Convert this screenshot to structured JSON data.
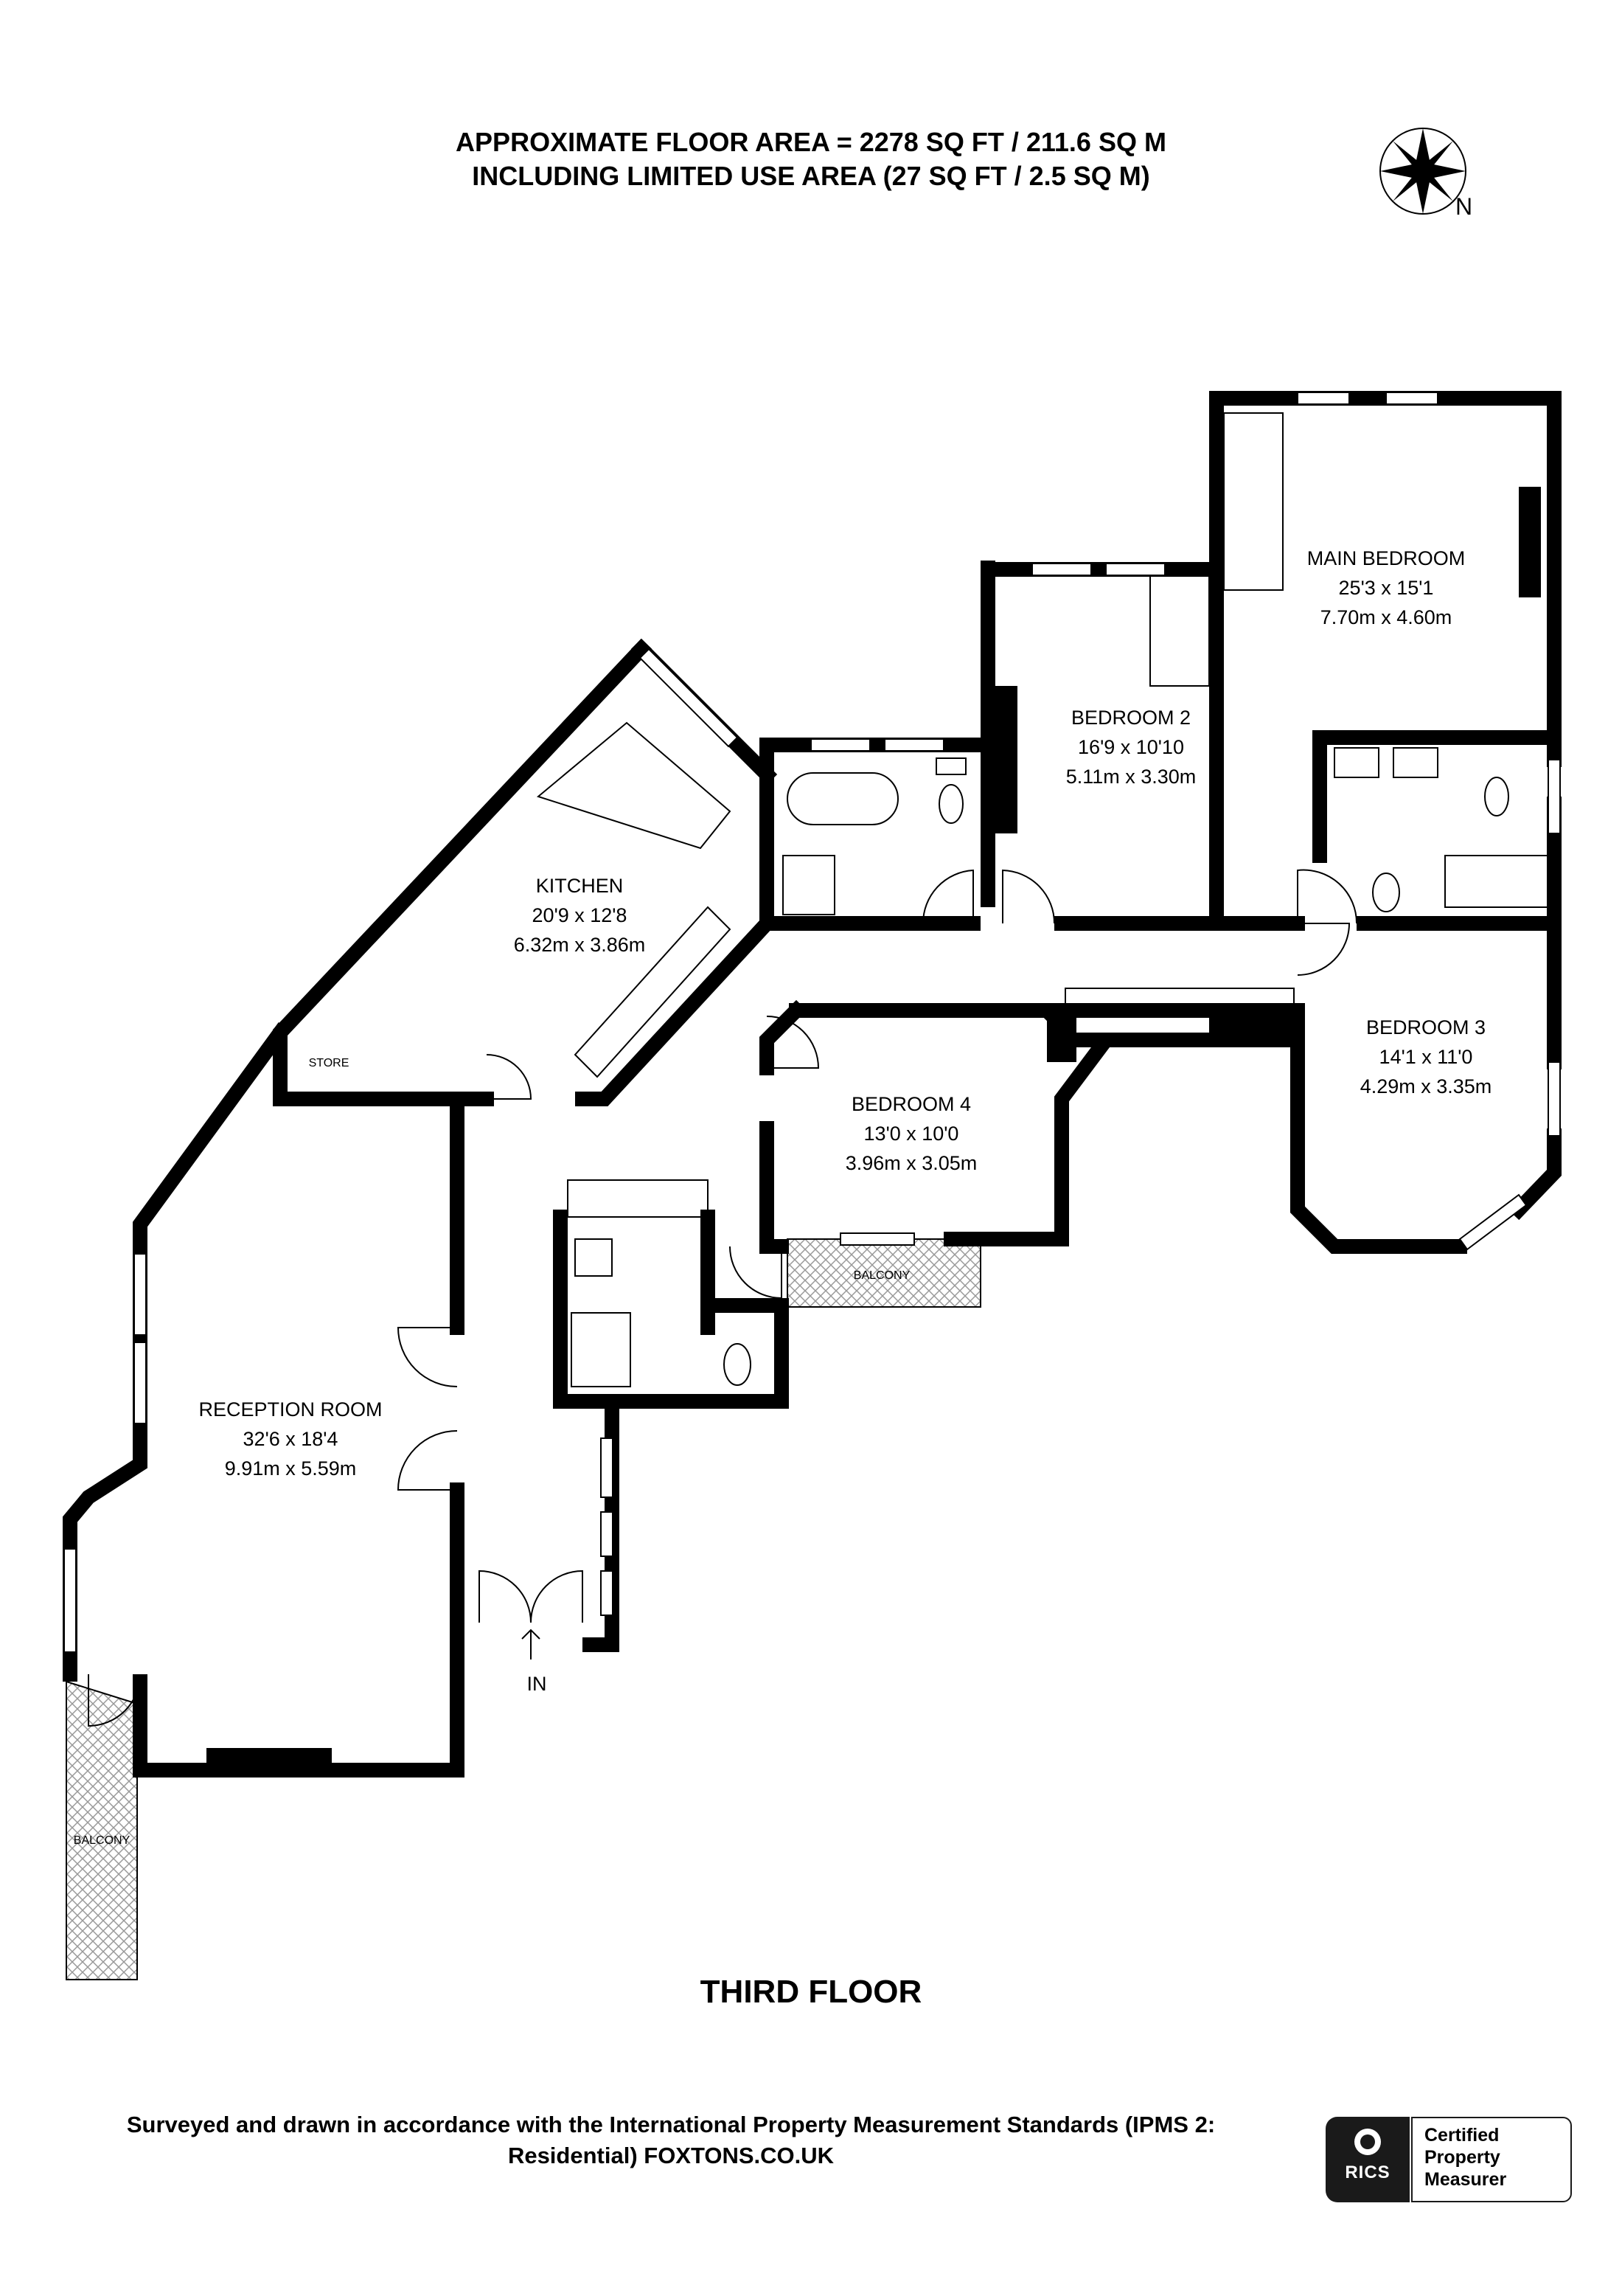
{
  "header": {
    "line1": "APPROXIMATE FLOOR AREA = 2278 SQ FT / 211.6 SQ M",
    "line2": "INCLUDING LIMITED USE AREA (27 SQ FT / 2.5 SQ M)"
  },
  "compass": {
    "north_label": "N"
  },
  "rooms": {
    "main_bedroom": {
      "name": "MAIN BEDROOM",
      "imperial": "25'3 x 15'1",
      "metric": "7.70m x 4.60m"
    },
    "bedroom2": {
      "name": "BEDROOM 2",
      "imperial": "16'9 x 10'10",
      "metric": "5.11m x 3.30m"
    },
    "kitchen": {
      "name": "KITCHEN",
      "imperial": "20'9 x 12'8",
      "metric": "6.32m x 3.86m"
    },
    "bedroom3": {
      "name": "BEDROOM 3",
      "imperial": "14'1 x 11'0",
      "metric": "4.29m x 3.35m"
    },
    "bedroom4": {
      "name": "BEDROOM 4",
      "imperial": "13'0 x 10'0",
      "metric": "3.96m x 3.05m"
    },
    "reception": {
      "name": "RECEPTION ROOM",
      "imperial": "32'6 x 18'4",
      "metric": "9.91m x 5.59m"
    }
  },
  "labels": {
    "store": "STORE",
    "balcony_bed4": "BALCONY",
    "balcony_reception": "BALCONY",
    "entrance": "IN"
  },
  "floor_title": "THIRD FLOOR",
  "footer": {
    "line1": "Surveyed and drawn in accordance with the International Property Measurement Standards (IPMS 2:",
    "line2": "Residential) FOXTONS.CO.UK"
  },
  "badge": {
    "org": "RICS",
    "line1": "Certified",
    "line2": "Property",
    "line3": "Measurer"
  }
}
